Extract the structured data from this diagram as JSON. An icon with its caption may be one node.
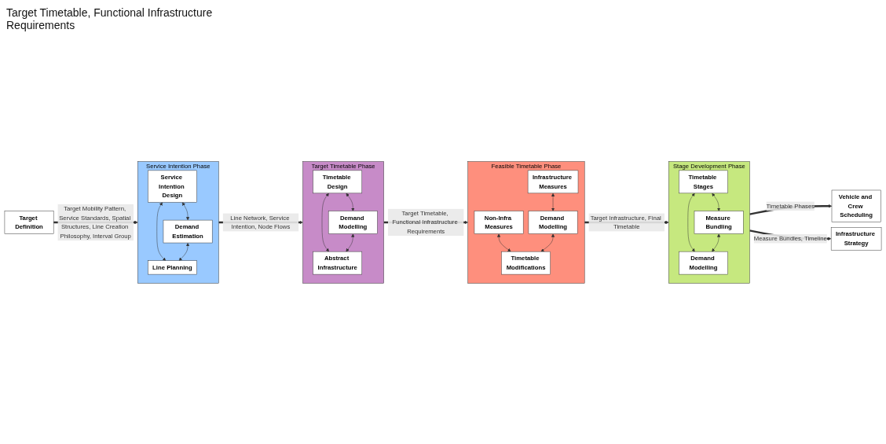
{
  "diagram": {
    "nodes": [
      {
        "text": [
          "Target Definition"
        ]
      },
      {
        "text": [
          "Service Intention Phase"
        ]
      },
      {
        "text": [
          "Service Intention Design"
        ],
        "in": 1
      },
      {
        "text": [
          "Demand Estimation"
        ],
        "in": 1
      },
      {
        "text": [
          "Line Planning"
        ],
        "in": 1
      },
      {
        "text": [
          "Target Timetable Phase"
        ]
      },
      {
        "text": [
          "Timetable Design"
        ],
        "in": 5
      },
      {
        "text": [
          "Demand Modelling"
        ],
        "in": 5
      },
      {
        "text": [
          "Abstract Infrastructure"
        ],
        "in": 5
      },
      {
        "text": [
          "Feasible Timetable Phase"
        ]
      },
      {
        "text": [
          "Infrastructure Measures"
        ],
        "in": 9
      },
      {
        "text": [
          "Non-Infra Measures"
        ],
        "in": 9
      },
      {
        "text": [
          "Demand Modelling"
        ],
        "in": 9
      },
      {
        "text": [
          "Timetable Modifications"
        ],
        "in": 9
      },
      {
        "text": [
          "Stage Development Phase"
        ]
      },
      {
        "text": [
          "Timetable Stages"
        ],
        "in": 14
      },
      {
        "text": [
          "Measure Bundling"
        ],
        "in": 14
      },
      {
        "text": [
          "Demand Modelling"
        ],
        "in": 14
      },
      {
        "text": [
          "Vehicle and Crew Scheduling"
        ]
      },
      {
        "text": [
          "Infrastructure Strategy"
        ]
      }
    ],
    "edges": [
      {
        "from": 0,
        "to": 1,
        "arrow": "to",
        "style": "thick",
        "label": "Target Mobility Pattern, Service Standards, Spatial Structures, Line Creation Philosophy, Interval Group"
      },
      {
        "from": 2,
        "to": 3,
        "arrow": "both"
      },
      {
        "from": 2,
        "to": 4,
        "arrow": "both"
      },
      {
        "from": 3,
        "to": 4,
        "arrow": "both"
      },
      {
        "from": 1,
        "to": 5,
        "arrow": "to",
        "style": "thick",
        "label": "Line Network, Service Intention, Node Flows"
      },
      {
        "from": 6,
        "to": 7,
        "arrow": "both"
      },
      {
        "from": 6,
        "to": 8,
        "arrow": "both"
      },
      {
        "from": 7,
        "to": 8,
        "arrow": "both"
      },
      {
        "from": 5,
        "to": 9,
        "arrow": "to",
        "style": "thick",
        "label": "Target Timetable, Functional Infrastructure Requirements"
      },
      {
        "from": 10,
        "to": 12,
        "arrow": "both"
      },
      {
        "from": 11,
        "to": 13,
        "arrow": "both"
      },
      {
        "from": 12,
        "to": 13,
        "arrow": "both"
      },
      {
        "from": 9,
        "to": 14,
        "arrow": "to",
        "style": "thick",
        "label": "Target Infrastructure, Final Timetable"
      },
      {
        "from": 15,
        "to": 16,
        "arrow": "both"
      },
      {
        "from": 15,
        "to": 17,
        "arrow": "both"
      },
      {
        "from": 16,
        "to": 17,
        "arrow": "both"
      },
      {
        "from": 14,
        "to": 18,
        "arrow": "to",
        "style": "thick",
        "label": "Timetable Phases"
      },
      {
        "from": 14,
        "to": 19,
        "arrow": "to",
        "style": "thick",
        "label": "Measure Bundles, Timeline"
      }
    ],
    "labels": [
      "Target Timetable, Functional Infrastructure Requirements"
    ]
  }
}
